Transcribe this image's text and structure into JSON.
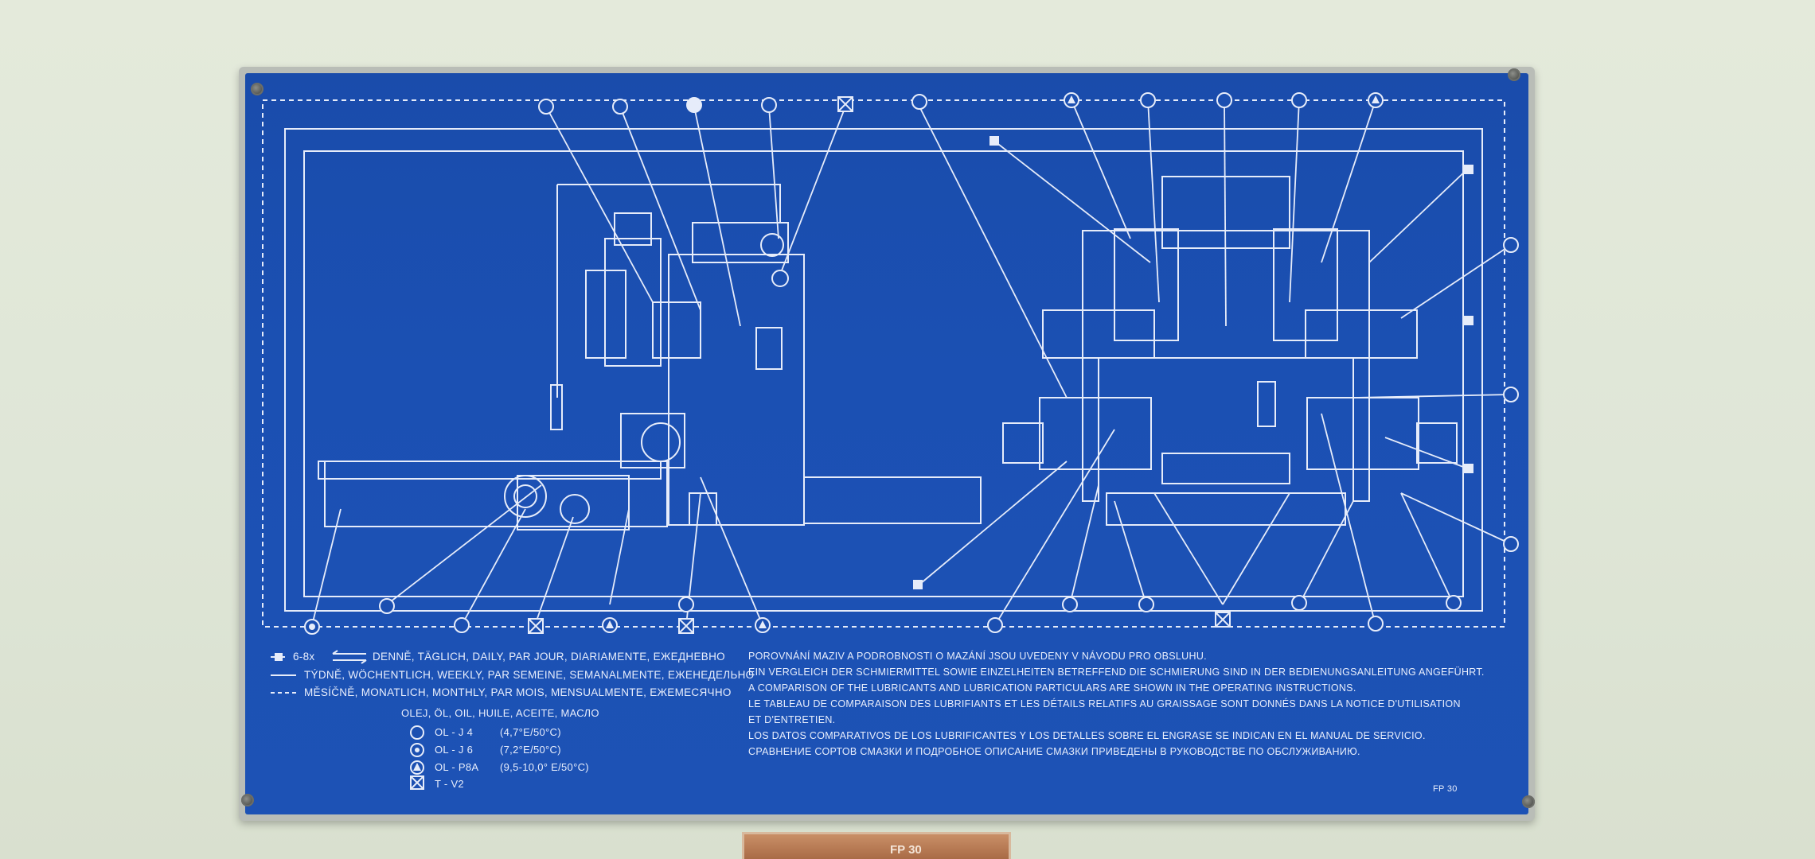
{
  "plate": {
    "legend": {
      "rows": [
        {
          "symbol": "6-8x",
          "text": "DENNĚ, TÄGLICH, DAILY, PAR JOUR, DIARIAMENTE, ЕЖЕДНЕВНО"
        },
        {
          "symbol": "",
          "text": "TÝDNĚ, WÖCHENTLICH, WEEKLY, PAR SEMEINE, SEMANALMENTE, ЕЖЕНЕДЕЛЬНО"
        },
        {
          "symbol": "",
          "text": "MĚSÍČNĚ, MONATLICH, MONTHLY, PAR MOIS, MENSUALMENTE, ЕЖЕМЕСЯЧНО"
        }
      ],
      "oil_heading": "OLEJ, ÖL, OIL, HUILE, ACEITE, МАСЛО",
      "oils": [
        {
          "code": "OL - J 4",
          "spec": "(4,7°E/50°C)",
          "icon": "circle"
        },
        {
          "code": "OL - J 6",
          "spec": "(7,2°E/50°C)",
          "icon": "circle-dot"
        },
        {
          "code": "OL - P8A",
          "spec": "(9,5-10,0° E/50°C)",
          "icon": "triangle-circle"
        },
        {
          "code": "T - V2",
          "spec": "",
          "icon": "x-square"
        }
      ]
    },
    "notes": [
      "POROVNÁNÍ MAZIV A PODROBNOSTI O MAZÁNÍ JSOU UVEDENY V NÁVODU PRO OBSLUHU.",
      "EIN VERGLEICH DER SCHMIERMITTEL SOWIE EINZELHEITEN BETREFFEND DIE SCHMIERUNG SIND IN DER BEDIENUNGSANLEITUNG ANGEFÜHRT.",
      "A COMPARISON OF THE LUBRICANTS AND LUBRICATION PARTICULARS ARE SHOWN IN THE OPERATING INSTRUCTIONS.",
      "LE TABLEAU DE COMPARAISON DES LUBRIFIANTS ET LES DÉTAILS RELATIFS AU GRAISSAGE SONT DONNÉS DANS LA NOTICE D'UTILISATION",
      "ET D'ENTRETIEN.",
      "LOS DATOS COMPARATIVOS DE LOS LUBRIFICANTES Y LOS DETALLES SOBRE EL ENGRASE SE INDICAN EN EL MANUAL DE SERVICIO.",
      "СРАВНЕНИЕ СОРТОВ СМАЗКИ И ПОДРОБНОЕ ОПИСАНИЕ СМАЗКИ ПРИВЕДЕНЫ В РУКОВОДСТВЕ ПО ОБСЛУЖИВАНИЮ."
    ],
    "plate_code": "FP 30"
  },
  "brass_tag": {
    "text": "FP 30"
  },
  "colors": {
    "wall": "#e1e8d9",
    "plate_blue": "#1b4fb1",
    "line_white": "#e6ecfa",
    "brass": "#b97a52"
  }
}
